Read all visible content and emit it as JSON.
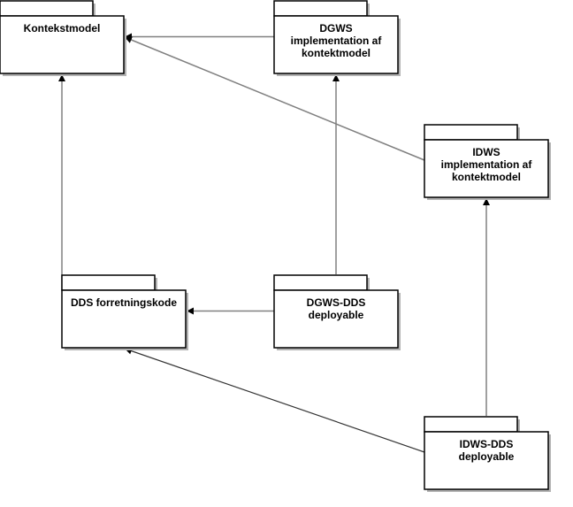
{
  "diagram": {
    "packages": [
      {
        "id": "kontekstmodel",
        "lines": [
          "Kontekstmodel"
        ]
      },
      {
        "id": "dgws-impl",
        "lines": [
          "DGWS",
          "implementation af",
          "kontektmodel"
        ]
      },
      {
        "id": "idws-impl",
        "lines": [
          "IDWS",
          "implementation af",
          "kontektmodel"
        ]
      },
      {
        "id": "dds-forretningskode",
        "lines": [
          "DDS forretningskode"
        ]
      },
      {
        "id": "dgws-dds",
        "lines": [
          "DGWS-DDS",
          "deployable"
        ]
      },
      {
        "id": "idws-dds",
        "lines": [
          "IDWS-DDS",
          "deployable"
        ]
      }
    ],
    "dependencies": [
      {
        "from": "dgws-impl",
        "to": "kontekstmodel"
      },
      {
        "from": "idws-impl",
        "to": "kontekstmodel"
      },
      {
        "from": "dds-forretningskode",
        "to": "kontekstmodel"
      },
      {
        "from": "dgws-dds",
        "to": "dgws-impl"
      },
      {
        "from": "dgws-dds",
        "to": "dds-forretningskode"
      },
      {
        "from": "idws-dds",
        "to": "idws-impl"
      },
      {
        "from": "idws-dds",
        "to": "dds-forretningskode"
      }
    ],
    "colors": {
      "box_border": "#000000",
      "box_fill": "#ffffff",
      "shadow": "#b3b3b3",
      "edge_gray": "#808080",
      "edge_dark": "#333333",
      "arrowhead": "#000000"
    }
  }
}
